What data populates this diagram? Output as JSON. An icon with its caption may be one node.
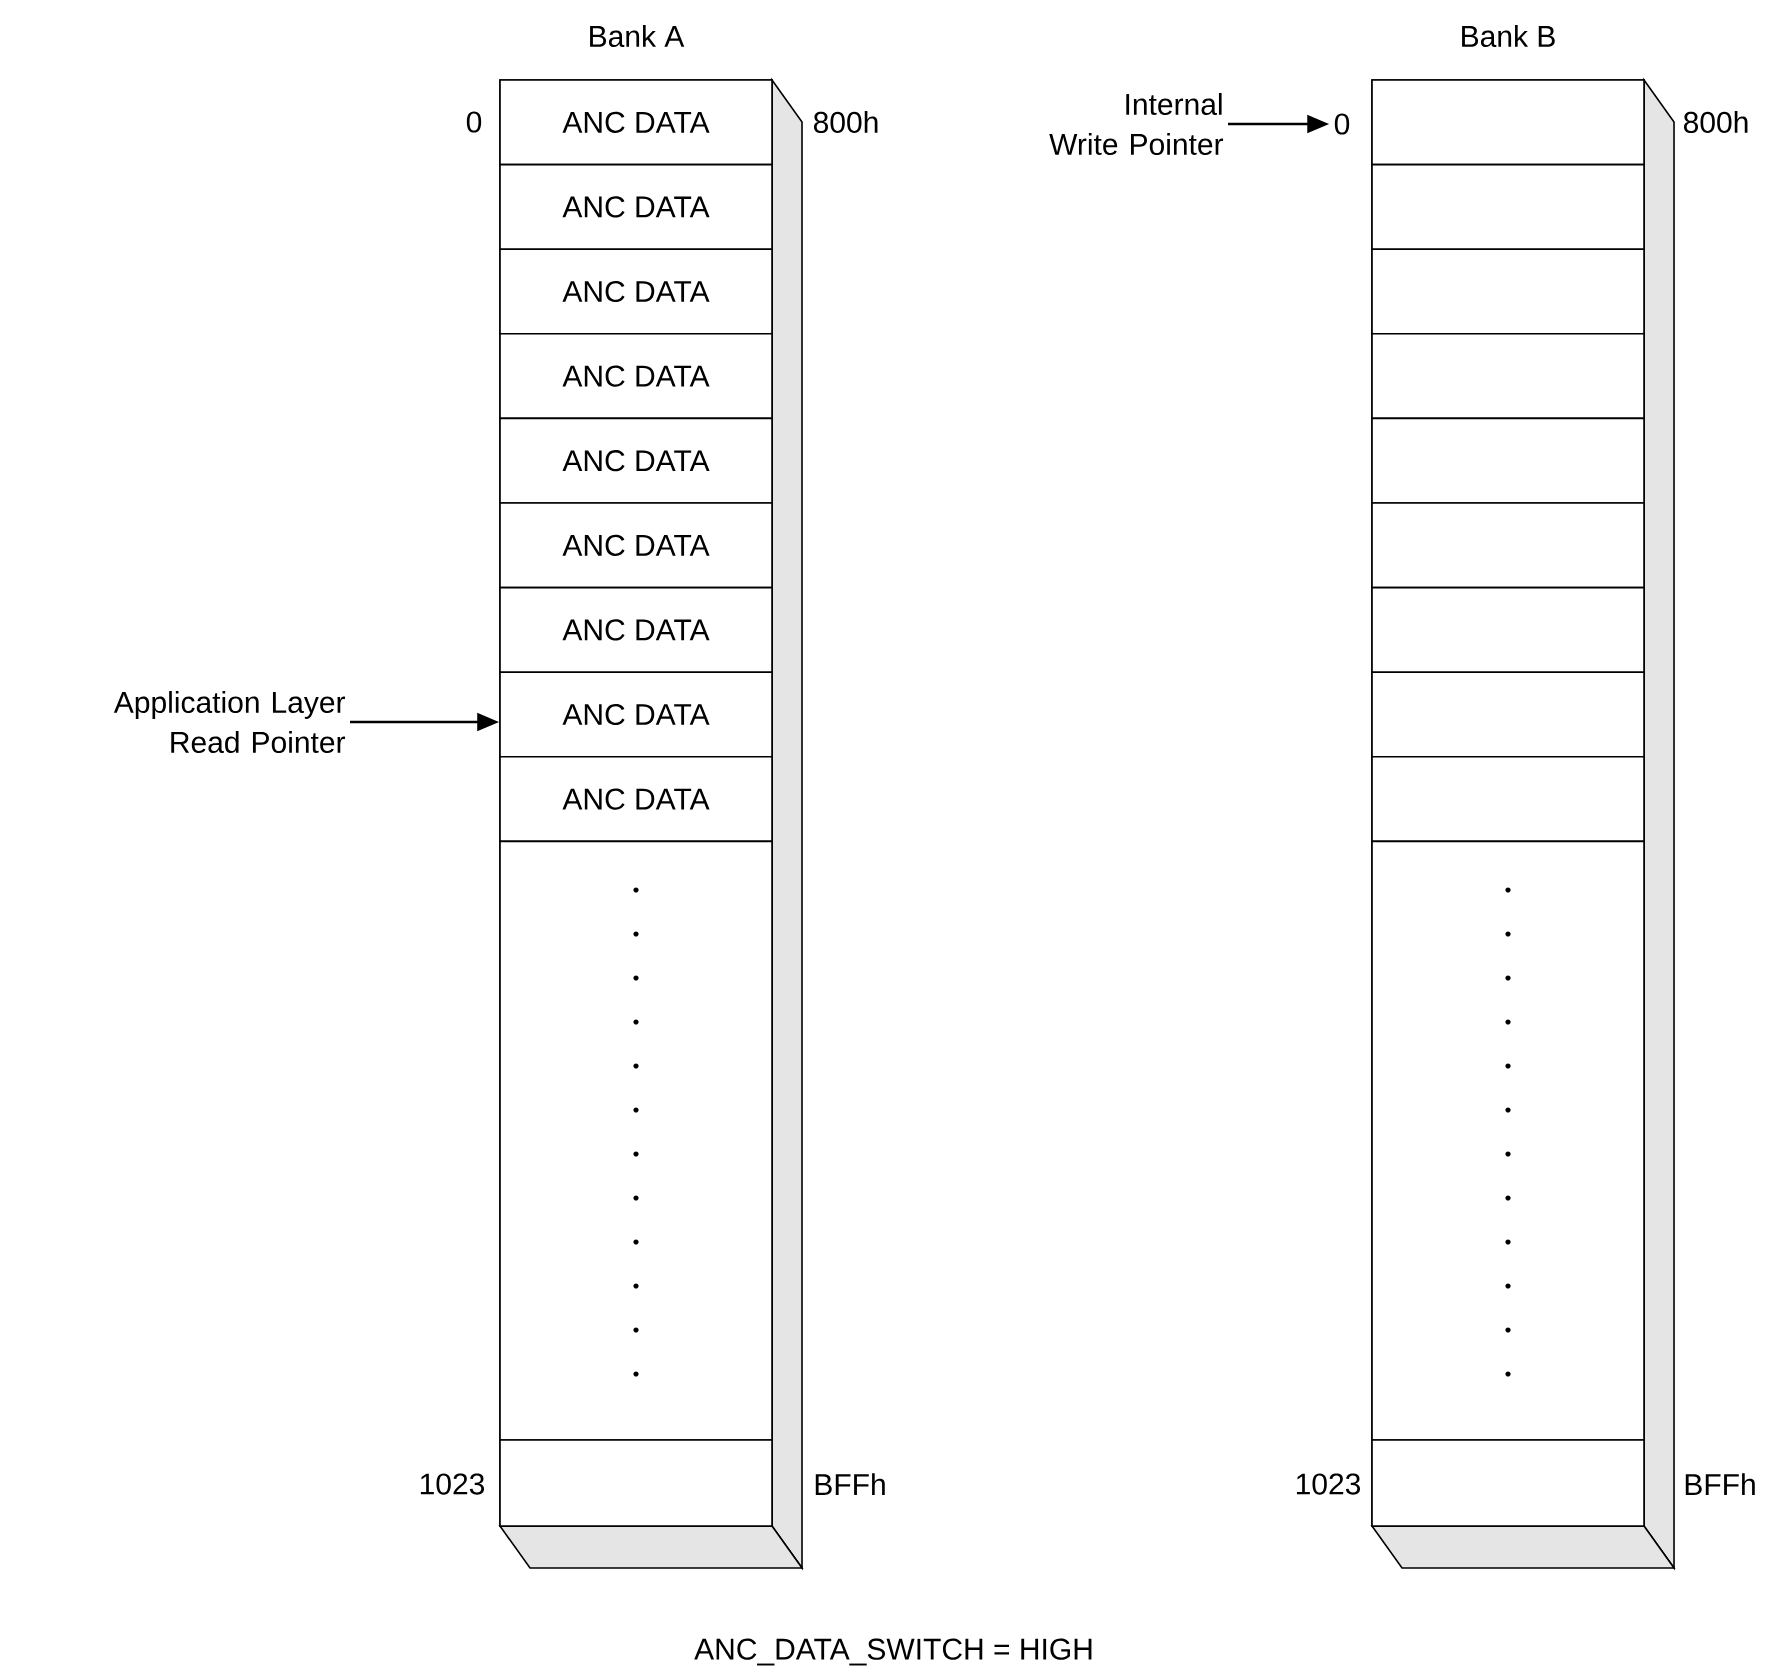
{
  "diagram": {
    "caption": "ANC_DATA_SWITCH = HIGH",
    "nodes": [
      {
        "text": [
          "Bank A"
        ]
      },
      {
        "text": [
          "ANC DATA"
        ],
        "in": 0
      },
      {
        "text": [
          "ANC DATA"
        ],
        "in": 0
      },
      {
        "text": [
          "ANC DATA"
        ],
        "in": 0
      },
      {
        "text": [
          "ANC DATA"
        ],
        "in": 0
      },
      {
        "text": [
          "ANC DATA"
        ],
        "in": 0
      },
      {
        "text": [
          "ANC DATA"
        ],
        "in": 0
      },
      {
        "text": [
          "ANC DATA"
        ],
        "in": 0
      },
      {
        "text": [
          "ANC DATA"
        ],
        "in": 0
      },
      {
        "text": [
          "ANC DATA"
        ],
        "in": 0
      },
      {
        "text": [],
        "shape": "box",
        "in": 0
      },
      {
        "text": [],
        "shape": "box",
        "in": 0
      },
      {
        "text": [
          "Bank B"
        ]
      },
      {
        "text": [],
        "shape": "box",
        "in": 12
      },
      {
        "text": [],
        "shape": "box",
        "in": 12
      },
      {
        "text": [],
        "shape": "box",
        "in": 12
      },
      {
        "text": [],
        "shape": "box",
        "in": 12
      },
      {
        "text": [],
        "shape": "box",
        "in": 12
      },
      {
        "text": [],
        "shape": "box",
        "in": 12
      },
      {
        "text": [],
        "shape": "box",
        "in": 12
      },
      {
        "text": [],
        "shape": "box",
        "in": 12
      },
      {
        "text": [],
        "shape": "box",
        "in": 12
      },
      {
        "text": [],
        "shape": "box",
        "in": 12
      },
      {
        "text": [],
        "shape": "box",
        "in": 12
      },
      {
        "text": [
          "Application Layer Read Pointer"
        ]
      },
      {
        "text": [
          "Internal Write Pointer"
        ]
      },
      {
        "text": [
          "0"
        ]
      }
    ],
    "edges": [
      {
        "from": 24,
        "to": 8,
        "arrow": "to"
      },
      {
        "from": 25,
        "to": 26,
        "arrow": "to"
      }
    ],
    "labels": [
      "0",
      "800h",
      "800h",
      "1023",
      "BFFh",
      "1023",
      "BFFh"
    ]
  }
}
